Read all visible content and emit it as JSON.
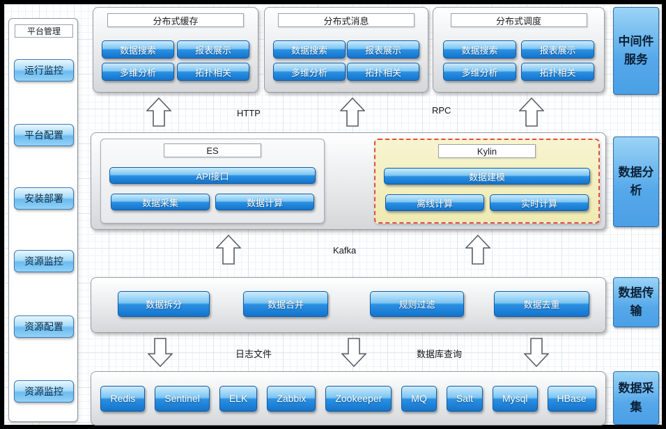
{
  "left_sidebar": {
    "title": "平台管理",
    "items": [
      {
        "label": "运行监控"
      },
      {
        "label": "平台配置"
      },
      {
        "label": "安装部署"
      },
      {
        "label": "资源监控"
      },
      {
        "label": "资源配置"
      },
      {
        "label": "资源监控"
      }
    ]
  },
  "right_sidebar": {
    "items": [
      {
        "label": "中间件服务"
      },
      {
        "label": "数据分析"
      },
      {
        "label": "数据传输"
      },
      {
        "label": "数据采集"
      }
    ]
  },
  "middleware_row": {
    "panels": [
      {
        "title": "分布式缓存",
        "buttons": [
          "数据搜索",
          "报表展示",
          "多维分析",
          "拓扑相关"
        ]
      },
      {
        "title": "分布式消息",
        "buttons": [
          "数据搜索",
          "报表展示",
          "多维分析",
          "拓扑相关"
        ]
      },
      {
        "title": "分布式调度",
        "buttons": [
          "数据搜索",
          "报表展示",
          "多维分析",
          "拓扑相关"
        ]
      }
    ]
  },
  "flow_labels": {
    "http": "HTTP",
    "rpc": "RPC",
    "kafka": "Kafka",
    "log_file": "日志文件",
    "db_query": "数据库查询"
  },
  "analysis_row": {
    "es_panel": {
      "title": "ES",
      "wide_button": "API接口",
      "buttons": [
        "数据采集",
        "数据计算"
      ]
    },
    "kylin_panel": {
      "title": "Kylin",
      "wide_button": "数据建模",
      "buttons": [
        "离线计算",
        "实时计算"
      ]
    }
  },
  "transport_row": {
    "buttons": [
      "数据拆分",
      "数据合并",
      "规则过滤",
      "数据去重"
    ]
  },
  "collect_row": {
    "buttons": [
      "Redis",
      "Sentinel",
      "ELK",
      "Zabbix",
      "Zookeeper",
      "MQ",
      "Salt",
      "Mysql",
      "HBase"
    ]
  },
  "colors": {
    "button_blue": "#1f87de",
    "panel_gray": "#d7d9db",
    "kylin_yellow": "#f4f0c2",
    "kylin_border": "#e04b4b",
    "sidebar_blue": "#93d2f6"
  }
}
